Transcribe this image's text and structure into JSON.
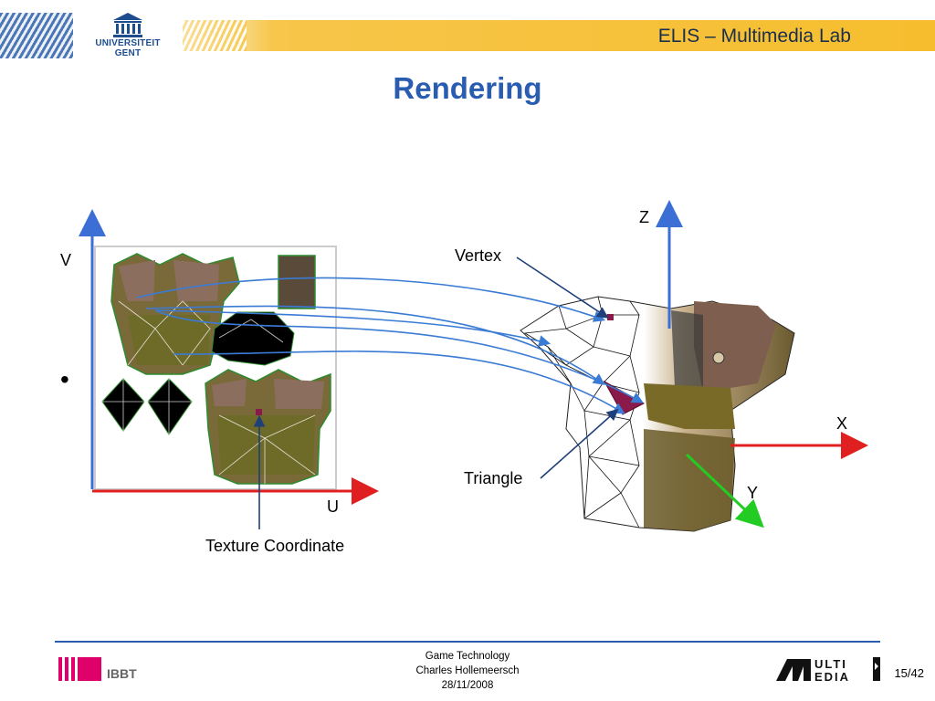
{
  "header": {
    "lab_name": "ELIS – Multimedia Lab",
    "university_line1": "UNIVERSITEIT",
    "university_line2": "GENT"
  },
  "slide": {
    "title": "Rendering",
    "bullet": "•"
  },
  "diagram": {
    "labels": {
      "v": "V",
      "u": "U",
      "texture_coordinate": "Texture Coordinate",
      "vertex": "Vertex",
      "triangle": "Triangle",
      "z": "Z",
      "x": "X",
      "y": "Y"
    },
    "colors": {
      "v_axis": "#3b6fd6",
      "u_axis": "#e02020",
      "z_axis": "#3b6fd6",
      "x_axis": "#e02020",
      "y_axis": "#22cc22",
      "mapping_lines": "#3a7bd5",
      "pointer_lines": "#1f3f7a",
      "triangle_fill": "#8a1a4a",
      "armor_brown": "#8a6a55",
      "armor_olive": "#6b6a2a"
    },
    "icons": [
      "armor-texture-map",
      "armor-3d-model"
    ]
  },
  "footer": {
    "course": "Game Technology",
    "author": "Charles Hollemeersch",
    "date": "28/11/2008",
    "page": "15/42",
    "ibbt": "IBBT",
    "mm_logo_top": "ULTI",
    "mm_logo_bottom": "EDIA"
  }
}
